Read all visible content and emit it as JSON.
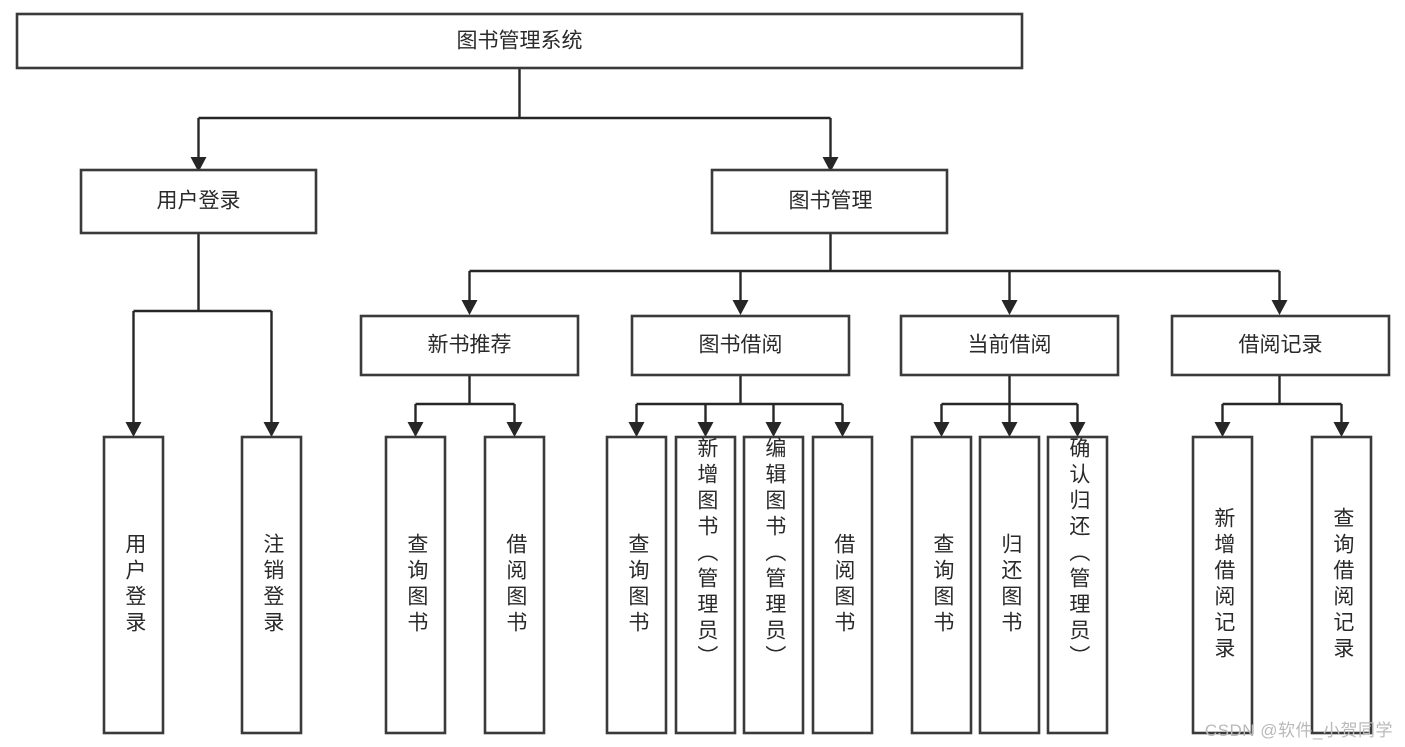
{
  "diagram": {
    "type": "tree-hierarchy-flowchart",
    "title": "图书管理系统",
    "orientation": "top-down",
    "background_color": "#ffffff",
    "box_stroke_color": "#3a3a3a",
    "connector_color": "#262626",
    "text_color": "#2a2a2a",
    "root": {
      "label": "图书管理系统",
      "children": [
        {
          "label": "用户登录",
          "children": [
            {
              "label": "用户登录"
            },
            {
              "label": "注销登录"
            }
          ]
        },
        {
          "label": "图书管理",
          "children": [
            {
              "label": "新书推荐",
              "children": [
                {
                  "label": "查询图书"
                },
                {
                  "label": "借阅图书"
                }
              ]
            },
            {
              "label": "图书借阅",
              "children": [
                {
                  "label": "查询图书"
                },
                {
                  "label": "新增图书（管理员）"
                },
                {
                  "label": "编辑图书（管理员）"
                },
                {
                  "label": "借阅图书"
                }
              ]
            },
            {
              "label": "当前借阅",
              "children": [
                {
                  "label": "查询图书"
                },
                {
                  "label": "归还图书"
                },
                {
                  "label": "确认归还（管理员）"
                }
              ]
            },
            {
              "label": "借阅记录",
              "children": [
                {
                  "label": "新增借阅记录"
                },
                {
                  "label": "查询借阅记录"
                }
              ]
            }
          ]
        }
      ]
    }
  },
  "nodes": {
    "root": "图书管理系统",
    "level2": {
      "user_login": "用户登录",
      "book_management": "图书管理"
    },
    "level3": {
      "new_book_recommend": "新书推荐",
      "book_borrow": "图书借阅",
      "current_borrow": "当前借阅",
      "borrow_record": "借阅记录"
    },
    "leaves": {
      "user_login_1": "用户登录",
      "user_login_2": "注销登录",
      "recommend_1": "查询图书",
      "recommend_2": "借阅图书",
      "borrow_1": "查询图书",
      "borrow_2": "新增图书（管理员）",
      "borrow_3": "编辑图书（管理员）",
      "borrow_4": "借阅图书",
      "current_1": "查询图书",
      "current_2": "归还图书",
      "current_3": "确认归还（管理员）",
      "record_1": "新增借阅记录",
      "record_2": "查询借阅记录"
    }
  },
  "watermark": {
    "text": "CSDN @软件_小贺同学"
  }
}
